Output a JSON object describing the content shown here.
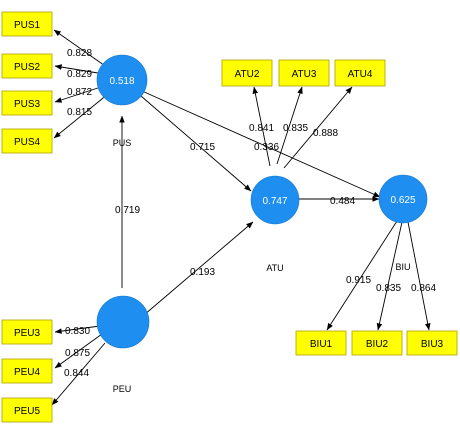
{
  "indicators": {
    "pus1": "PUS1",
    "pus2": "PUS2",
    "pus3": "PUS3",
    "pus4": "PUS4",
    "atu2": "ATU2",
    "atu3": "ATU3",
    "atu4": "ATU4",
    "peu3": "PEU3",
    "peu4": "PEU4",
    "peu5": "PEU5",
    "biu1": "BIU1",
    "biu2": "BIU2",
    "biu3": "BIU3"
  },
  "latent": {
    "pus": {
      "name": "PUS",
      "r2": "0.518"
    },
    "atu": {
      "name": "ATU",
      "r2": "0.747"
    },
    "biu": {
      "name": "BIU",
      "r2": "0.625"
    },
    "peu": {
      "name": "PEU",
      "r2": ""
    }
  },
  "loadings": {
    "pus1": "0.828",
    "pus2": "0.829",
    "pus3": "0.872",
    "pus4": "0.815",
    "atu2": "0.841",
    "atu3": "0.835",
    "atu4": "0.888",
    "peu3": "0.830",
    "peu4": "0.875",
    "peu5": "0.844",
    "biu1": "0.915",
    "biu2": "0.835",
    "biu3": "0.864"
  },
  "paths": {
    "pus_atu": "0.715",
    "pus_biu": "0.336",
    "peu_pus": "0.719",
    "peu_atu": "0.193",
    "atu_biu": "0.484"
  },
  "colors": {
    "indicator_fill": "#ffff00",
    "latent_fill": "#1e8ff0"
  }
}
